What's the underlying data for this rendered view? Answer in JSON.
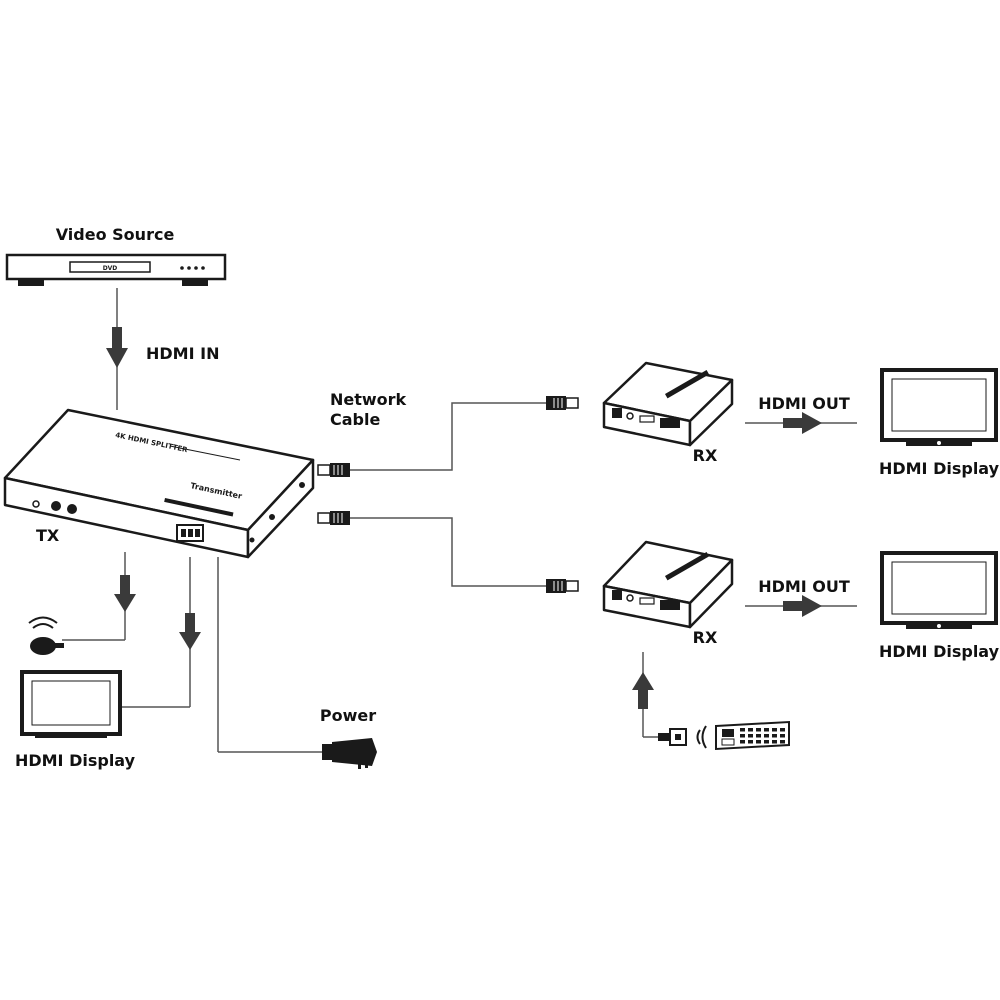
{
  "labels": {
    "video_source": "Video Source",
    "hdmi_in": "HDMI IN",
    "network_cable_line1": "Network",
    "network_cable_line2": "Cable",
    "tx": "TX",
    "rx_top": "RX",
    "rx_bottom": "RX",
    "hdmi_out_top": "HDMI OUT",
    "hdmi_out_bottom": "HDMI OUT",
    "hdmi_display_top": "HDMI Display",
    "hdmi_display_bottom": "HDMI Display",
    "hdmi_display_left": "HDMI Display",
    "power": "Power"
  },
  "device_text": {
    "dvd": "DVD",
    "splitter_title": "4K HDMI SPLITTER",
    "transmitter": "Transmitter"
  },
  "colors": {
    "line": "#555555",
    "arrow": "#3a3a3a",
    "device": "#1a1a1a",
    "device_fill": "#ffffff",
    "dark_fill": "#2a2a2a"
  },
  "icons": [
    "dvd-player-icon",
    "hdmi-splitter-transmitter-icon",
    "receiver-icon",
    "tv-display-icon",
    "rj45-connector-icon",
    "ir-receiver-icon",
    "remote-control-icon",
    "power-adapter-icon"
  ]
}
